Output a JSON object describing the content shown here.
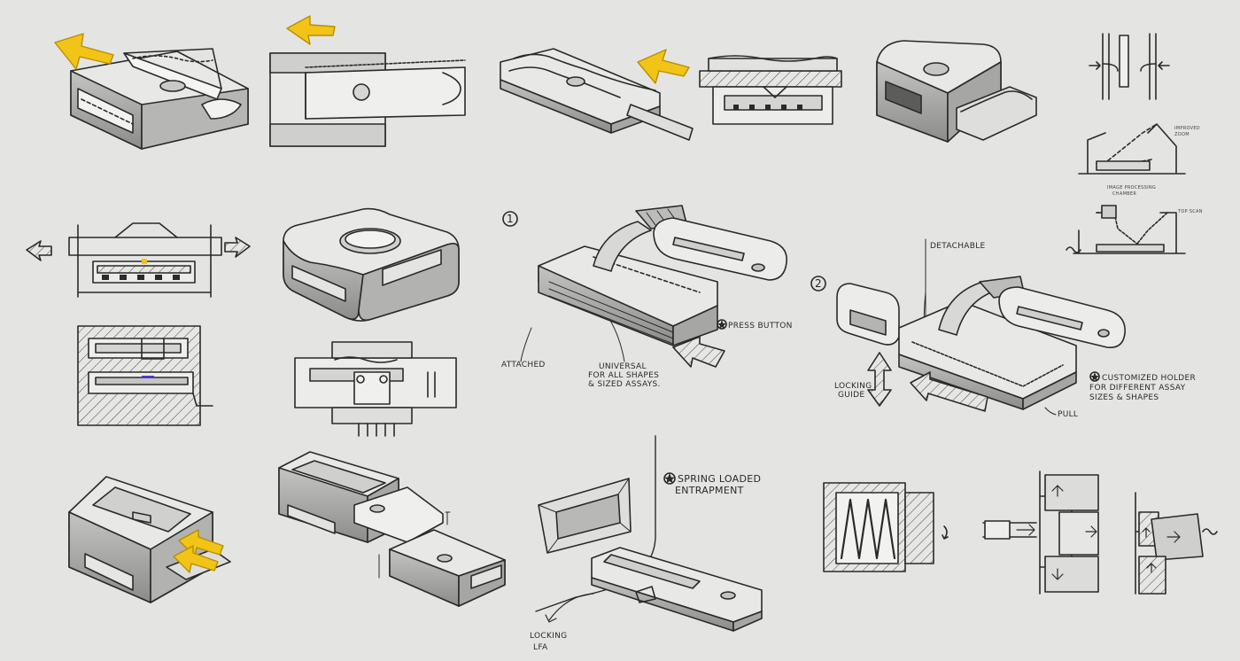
{
  "colors": {
    "paper": "#e4e4e2",
    "ink": "#2a2a2a",
    "arrow_yellow": "#f2c418",
    "arrow_yellow_dark": "#b88f00",
    "shade_dark": "#8e8e8e",
    "shade_mid": "#b8b8b8",
    "shade_light": "#d2d2d0",
    "face_light": "#eeeeec"
  },
  "icons": [
    "yellow-arrow-icon",
    "hatched-arrow-icon",
    "star-bullet-icon",
    "spring-icon"
  ],
  "numbers": {
    "n1": "1",
    "n2": "2"
  },
  "labels": {
    "attached": "ATTACHED",
    "universal_line1": "UNIVERSAL",
    "universal_line2": "FOR ALL SHAPES",
    "universal_line3": "& SIZED ASSAYS.",
    "press_button": "PRESS BUTTON",
    "detachable": "DETACHABLE",
    "locking_guide_line1": "LOCKING",
    "locking_guide_line2": "GUIDE",
    "customized_line1": "CUSTOMIZED HOLDER",
    "customized_line2": "FOR DIFFERENT ASSAY",
    "customized_line3": "SIZES & SHAPES",
    "pull": "PULL",
    "spring_loaded_line1": "SPRING LOADED",
    "spring_loaded_line2": "ENTRAPMENT",
    "locking_lfa_line1": "LOCKING",
    "locking_lfa_line2": "LFA",
    "improved_line1": "IMPROVED",
    "improved_line2": "ZOOM",
    "image_processing_line1": "IMAGE PROCESSING",
    "image_processing_line2": "CHAMBER",
    "top_scan": "TOP SCAN"
  }
}
